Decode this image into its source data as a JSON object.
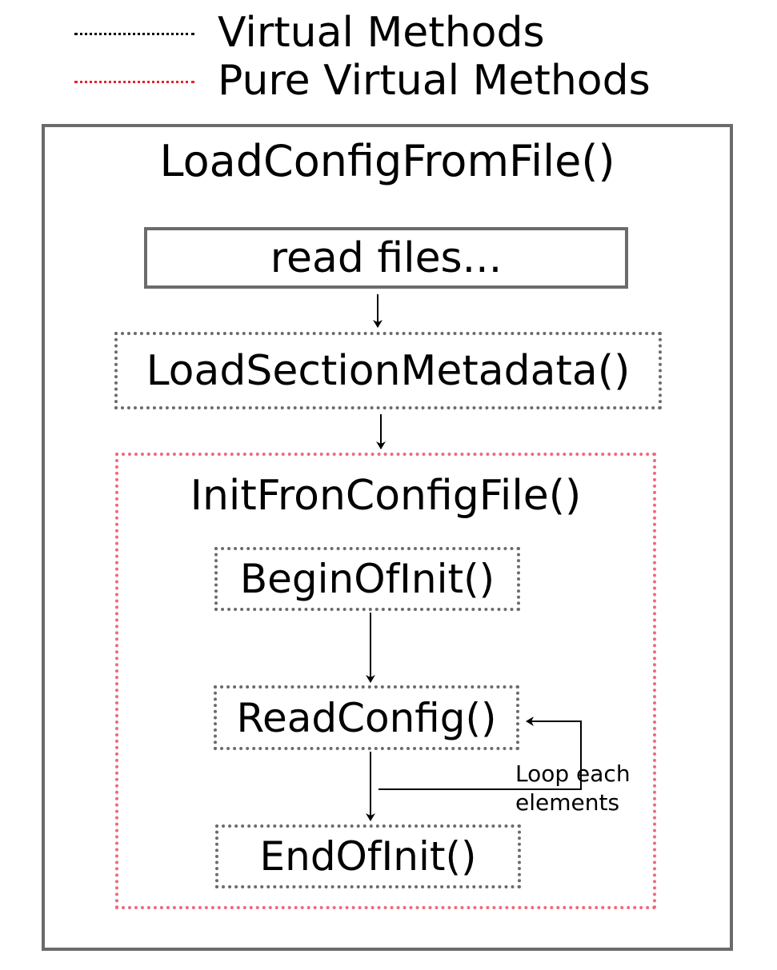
{
  "legend": {
    "virtual_label": "Virtual Methods",
    "pure_virtual_label": "Pure Virtual Methods",
    "virtual_color": "#000000",
    "pure_virtual_color": "#e8202a"
  },
  "outer": {
    "title": "LoadConfigFromFile()"
  },
  "steps": {
    "read_files": "read files...",
    "load_section_metadata": "LoadSectionMetadata()"
  },
  "init": {
    "title": "InitFronConfigFile()",
    "begin": "BeginOfInit()",
    "read": "ReadConfig()",
    "end": "EndOfInit()",
    "loop_line1": "Loop each",
    "loop_line2": "elements"
  },
  "colors": {
    "box_border": "#6b6b6b",
    "pure_border": "#f0687c"
  }
}
